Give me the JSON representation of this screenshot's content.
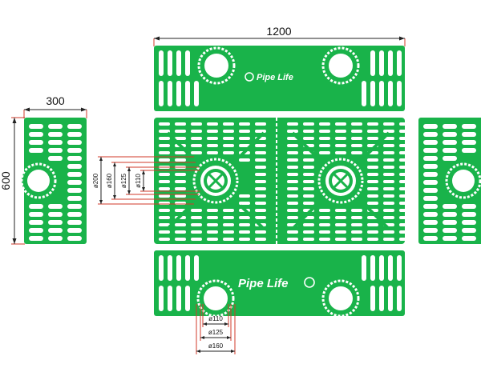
{
  "dimensions": {
    "top_width": "1200",
    "side_width": "300",
    "side_height": "600",
    "d200": "ø200",
    "d160": "ø160",
    "d125": "ø125",
    "d110": "ø110"
  },
  "bottom_dimensions": {
    "d110": "ø110",
    "d125": "ø125",
    "d160": "ø160"
  },
  "brand": {
    "top_logo": "Pipe Life",
    "bottom_logo": "Pipe Life"
  },
  "colors": {
    "green": "#19b34a",
    "slot": "#ffffff",
    "dim_line": "#222222",
    "dim_red": "#d23a2a"
  }
}
